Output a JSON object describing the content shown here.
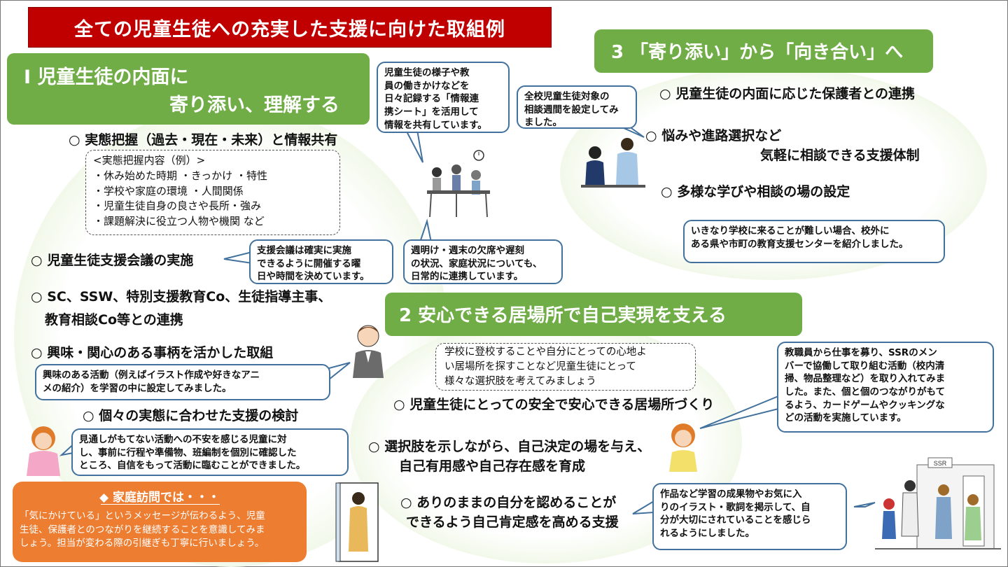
{
  "title": "全ての児童生徒への充実した支援に向けた取組例",
  "section1": {
    "heading_line1": "Ⅰ 児童生徒の内面に",
    "heading_line2": "寄り添い、理解する",
    "items": [
      "○ 実態把握（過去・現在・未来）と情報共有",
      "○ 児童生徒支援会議の実施",
      "○ SC、SSW、特別支援教育Co、生徒指導主事、",
      "教育相談Co等との連携",
      "○ 興味・関心のある事柄を活かした取組",
      "○ 個々の実態に合わせた支援の検討"
    ],
    "detail_box": "<実態把握内容（例）>\n・休み始めた時期 ・きっかけ ・特性\n・学校や家庭の環境 ・人間関係\n・児童生徒自身の良さや長所・強み\n・課題解決に役立つ人物や機関 など"
  },
  "section2": {
    "heading": "2 安心できる居場所で自己実現を支える",
    "dashed_box": "学校に登校することや自分にとっての心地よ\nい居場所を探すことなど児童生徒にとって\n様々な選択肢を考えてみましょう",
    "items": [
      "○ 児童生徒にとっての安全で安心できる居場所づくり",
      "○ 選択肢を示しながら、自己決定の場を与え、",
      "自己有用感や自己存在感を育成",
      "○ ありのままの自分を認めることが",
      "できるよう自己肯定感を高める支援"
    ]
  },
  "section3": {
    "heading": "3 「寄り添い」から「向き合い」へ",
    "items": [
      "○ 児童生徒の内面に応じた保護者との連携",
      "○ 悩みや進路選択など",
      "気軽に相談できる支援体制",
      "○ 多様な学びや相談の場の設定"
    ]
  },
  "bubbles": {
    "info_sheet": "児童生徒の様子や教\n員の働きかけなどを\n日々記録する「情報連\n携シート」を活用して\n情報を共有しています。",
    "meeting": "支援会議は確実に実施\nできるように開催する曜\n日や時間を決めています。",
    "absence": "週明け・週末の欠席や遅刻\nの状況、家庭状況についても、\n日常的に連携しています。",
    "interest": "興味のある活動（例えばイラスト作成や好きなアニ\nメの紹介）を学習の中に設定してみました。",
    "anxiety": "見通しがもてない活動への不安を感じる児童に対\nし、事前に行程や準備物、班編制を個別に確認した\nところ、自信をもって活動に臨むことができました。",
    "consult_week": "全校児童生徒対象の\n相談週間を設定してみ\nました。",
    "center": "いきなり学校に来ることが難しい場合、校外に\nある県や市町の教育支援センターを紹介しました。",
    "ssr_staff": "教職員から仕事を募り、SSRのメン\nバーで協働して取り組む活動（校内清\n掃、物品整理など）を取り入れてみま\nした。また、個と個のつながりがもて\nるよう、カードゲームやクッキングな\nどの活動を実施しています。",
    "artwork": "作品など学習の成果物やお気に入\nりのイラスト・歌詞を掲示して、自\n分が大切にされていることを感じら\nれるようにしました。"
  },
  "home_visit": {
    "heading": "◆ 家庭訪問では・・・",
    "body": "「気にかけている」というメッセージが伝わるよう、児童\n生徒、保護者とのつながりを継続することを意識してみま\nしょう。担当が変わる際の引継ぎも丁寧に行いましょう。"
  },
  "sign_label": "SSR",
  "colors": {
    "title_red": "#c00000",
    "section_green": "#70ad47",
    "bubble_border": "#41719c",
    "home_visit_orange": "#ed7d31"
  }
}
